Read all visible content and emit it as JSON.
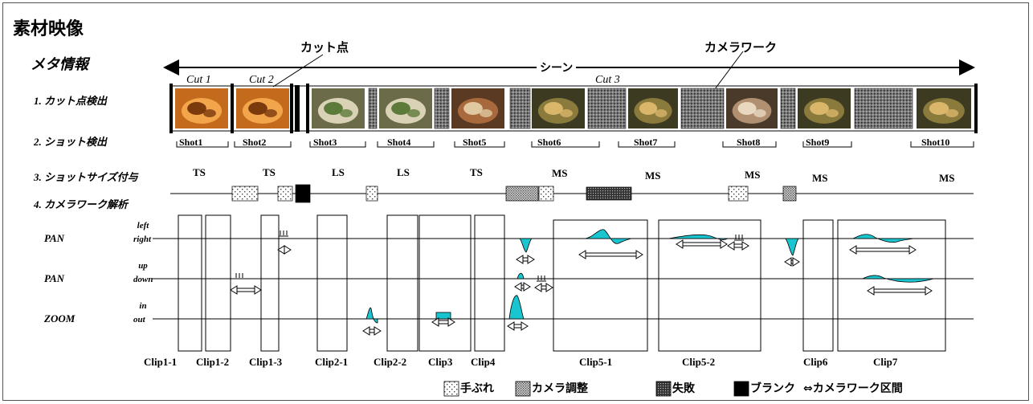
{
  "title": "素材映像",
  "meta_label": "メタ情報",
  "callouts": {
    "cut_point": "カット点",
    "scene": "シーン",
    "camerawork": "カメラワーク"
  },
  "cut_labels": [
    "Cut 1",
    "Cut 2",
    "Cut 3"
  ],
  "row_labels": {
    "cut_detect": "1. カット点検出",
    "shot_detect": "2. ショット検出",
    "shot_size": "3. ショットサイズ付与",
    "camerawork": "4. カメラワーク解析"
  },
  "shots": [
    "Shot1",
    "Shot2",
    "Shot3",
    "Shot4",
    "Shot5",
    "Shot6",
    "Shot7",
    "Shot8",
    "Shot9",
    "Shot10"
  ],
  "sizes": [
    "TS",
    "TS",
    "LS",
    "LS",
    "TS",
    "MS",
    "MS",
    "MS",
    "MS",
    "MS"
  ],
  "tracks": [
    {
      "name": "PAN",
      "top": "left",
      "bottom": "right"
    },
    {
      "name": "PAN",
      "top": "up",
      "bottom": "down"
    },
    {
      "name": "ZOOM",
      "top": "in",
      "bottom": "out"
    }
  ],
  "clips": [
    "Clip1-1",
    "Clip1-2",
    "Clip1-3",
    "Clip2-1",
    "Clip2-2",
    "Clip3",
    "Clip4",
    "Clip5-1",
    "Clip5-2",
    "Clip6",
    "Clip7"
  ],
  "legend": [
    {
      "symbol": "shake",
      "label": "手ぶれ"
    },
    {
      "symbol": "adjust",
      "label": "カメラ調整"
    },
    {
      "symbol": "fail",
      "label": "失敗"
    },
    {
      "symbol": "blank",
      "label": "ブランク"
    },
    {
      "symbol": "arrow",
      "label": "⇔カメラワーク区間"
    }
  ],
  "colors": {
    "curve": "#19c5cf",
    "frame": "#000000"
  }
}
